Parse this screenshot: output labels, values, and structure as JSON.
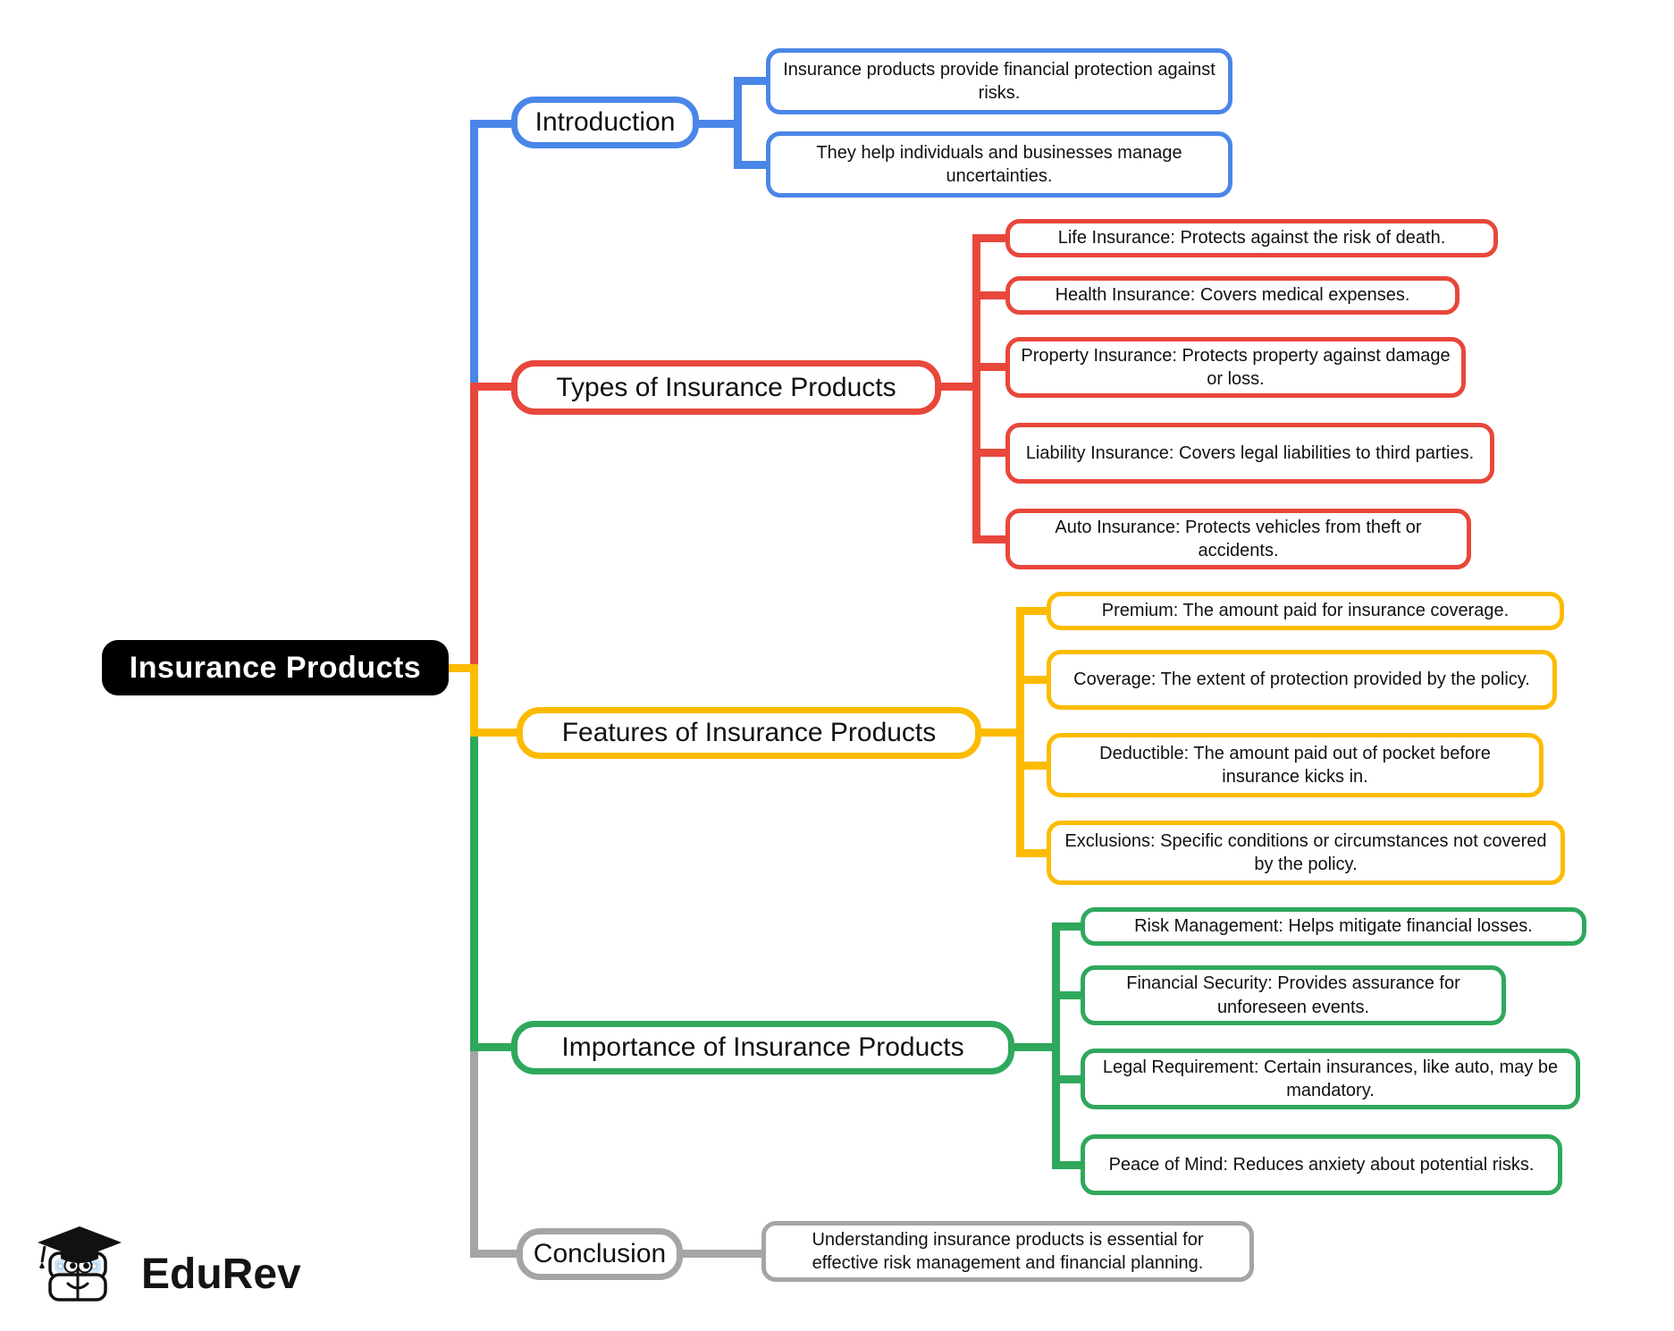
{
  "title": "Insurance Products",
  "root": {
    "label": "Insurance Products"
  },
  "colors": {
    "blue": "#4a86e8",
    "red": "#e8473b",
    "yellow": "#fcbb00",
    "green": "#2fa85c",
    "gray": "#a5a5a5",
    "root_bg": "#000000"
  },
  "branches": [
    {
      "label": "Introduction",
      "color": "blue",
      "children": [
        {
          "text": "Insurance products provide financial protection against risks."
        },
        {
          "text": "They help individuals and businesses manage uncertainties."
        }
      ]
    },
    {
      "label": "Types of Insurance Products",
      "color": "red",
      "children": [
        {
          "text": "Life Insurance: Protects against the risk of death."
        },
        {
          "text": "Health Insurance: Covers medical expenses."
        },
        {
          "text": "Property Insurance: Protects property against damage or loss."
        },
        {
          "text": "Liability Insurance: Covers legal liabilities to third parties."
        },
        {
          "text": "Auto Insurance: Protects vehicles from theft or accidents."
        }
      ]
    },
    {
      "label": "Features of Insurance Products",
      "color": "yellow",
      "children": [
        {
          "text": "Premium: The amount paid for insurance coverage."
        },
        {
          "text": "Coverage: The extent of protection provided by the policy."
        },
        {
          "text": "Deductible: The amount paid out of pocket before insurance kicks in."
        },
        {
          "text": "Exclusions: Specific conditions or circumstances not covered by the policy."
        }
      ]
    },
    {
      "label": "Importance of Insurance Products",
      "color": "green",
      "children": [
        {
          "text": "Risk Management: Helps mitigate financial losses."
        },
        {
          "text": "Financial Security: Provides assurance for unforeseen events."
        },
        {
          "text": "Legal Requirement: Certain insurances, like auto, may be mandatory."
        },
        {
          "text": "Peace of Mind: Reduces anxiety about potential risks."
        }
      ]
    },
    {
      "label": "Conclusion",
      "color": "gray",
      "children": [
        {
          "text": "Understanding insurance products is essential for effective risk management and financial planning."
        }
      ]
    }
  ],
  "logo": {
    "brand": "EduRev"
  }
}
